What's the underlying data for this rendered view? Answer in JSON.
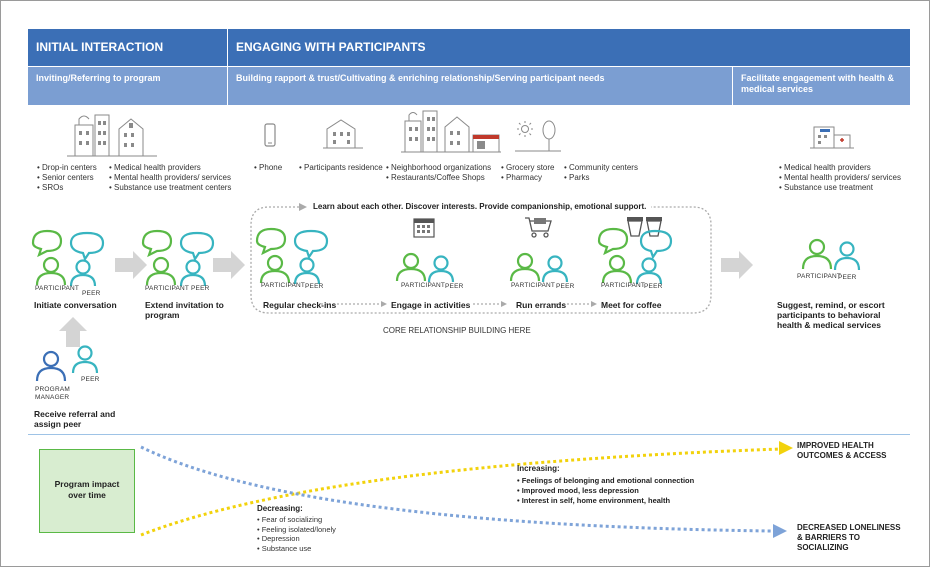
{
  "headers": {
    "initial": "INITIAL INTERACTION",
    "engaging": "ENGAGING WITH PARTICIPANTS"
  },
  "subheaders": {
    "inviting": "Inviting/Referring to program",
    "building": "Building rapport & trust/Cultivating & enriching relationship/Serving participant needs",
    "facilitate": "Facilitate engagement with health & medical services"
  },
  "venues": {
    "list1": [
      "Drop-in centers",
      "Senior centers",
      "SROs"
    ],
    "list2": [
      "Medical health providers",
      "Mental health providers/ services",
      "Substance use treatment centers"
    ],
    "list3": [
      "Phone"
    ],
    "list4": [
      "Participants residence"
    ],
    "list5": [
      "Neighborhood organizations",
      "Restaurants/Coffee Shops"
    ],
    "list6": [
      "Grocery store",
      "Pharmacy"
    ],
    "list7": [
      "Community centers",
      "Parks"
    ],
    "list8": [
      "Medical health providers",
      "Mental health providers/ services",
      "Substance use treatment"
    ]
  },
  "roles": {
    "participant": "PARTICIPANT",
    "peer": "PEER",
    "program_manager_line1": "PROGRAM",
    "program_manager_line2": "MANAGER"
  },
  "loop_caption": "Learn about each other. Discover interests. Provide companionship, emotional support.",
  "steps": {
    "initiate": "Initiate conversation",
    "extend": "Extend invitation to program",
    "receive": "Receive referral and assign peer",
    "checkins": "Regular check-ins",
    "activities": "Engage in activities",
    "errands": "Run errands",
    "coffee": "Meet for coffee",
    "suggest": "Suggest, remind, or escort participants to behavioral health & medical services"
  },
  "core_caption": "CORE RELATIONSHIP BUILDING HERE",
  "impact": {
    "box_label": "Program impact over time",
    "decreasing_title": "Decreasing:",
    "decreasing_items": [
      "Fear of socializing",
      "Feeling isolated/lonely",
      "Depression",
      "Substance use"
    ],
    "increasing_title": "Increasing:",
    "increasing_items": [
      "Feelings of belonging and emotional connection",
      "Improved mood, less depression",
      "Interest in self, home environment, health"
    ],
    "outcome_top": "IMPROVED HEALTH OUTCOMES & ACCESS",
    "outcome_bottom": "DECREASED LONELINESS & BARRIERS TO SOCIALIZING"
  },
  "colors": {
    "header_dark": "#3b6fb6",
    "header_light": "#7b9ed2",
    "green": "#5ab946",
    "teal": "#37b4c0",
    "blue_person": "#3b6fb6",
    "impact_box": "#d8edd0",
    "impact_border": "#5ab946",
    "yellow_dots": "#f2d20c",
    "blue_dots": "#7ea3d8",
    "gray_arrow": "#d4d4d4"
  }
}
